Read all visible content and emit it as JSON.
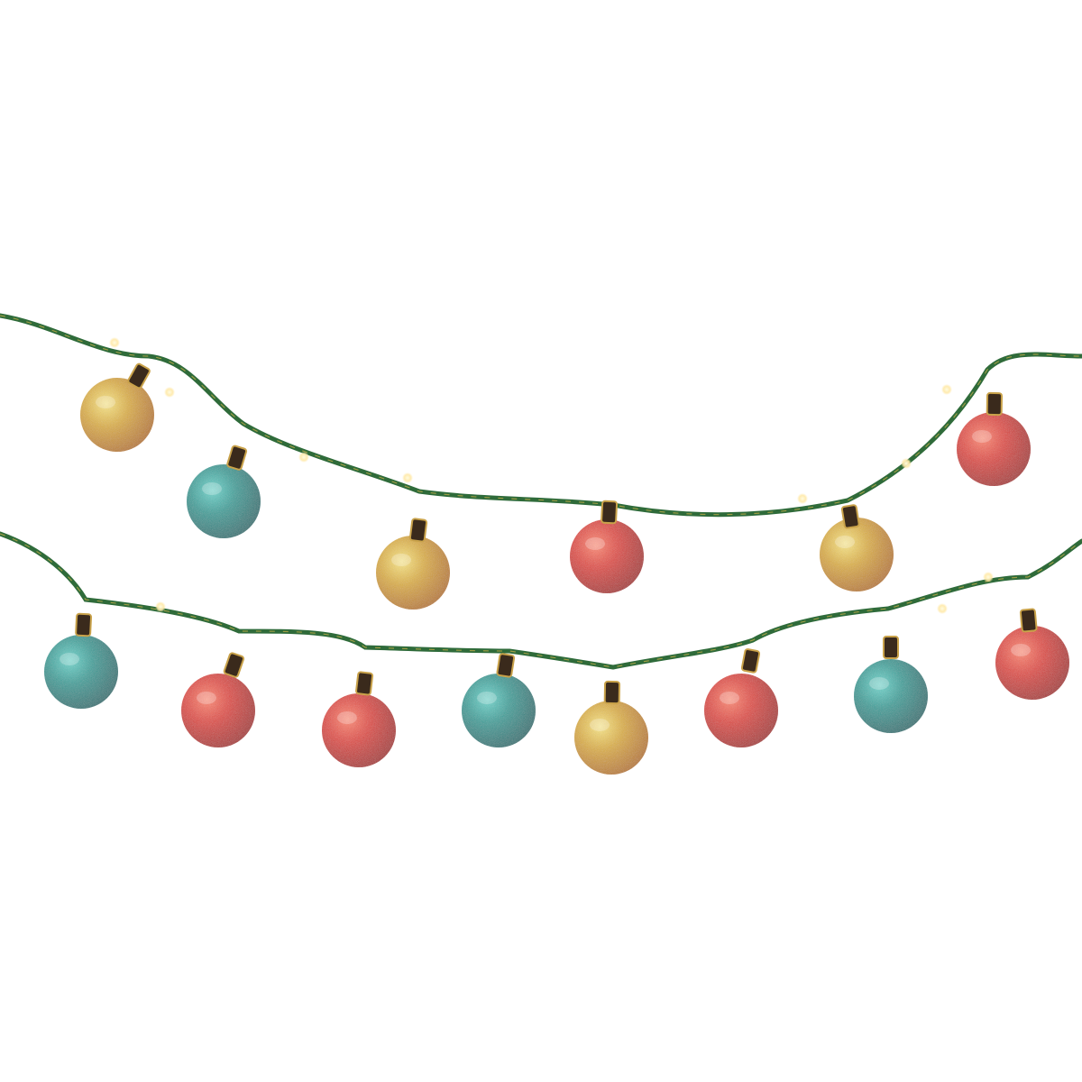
{
  "scene": {
    "background": "#ffffff",
    "subject": "string-light-garland",
    "wire_color": "#2f6b3a",
    "wire_highlight": "#c9b24a",
    "bulb_colors": {
      "gold": "#d9a92c",
      "teal": "#2a9e98",
      "red": "#d93a34"
    },
    "upper_strand": {
      "bulbs": [
        "gold",
        "teal",
        "gold",
        "red",
        "gold",
        "red"
      ]
    },
    "lower_strand": {
      "bulbs": [
        "teal",
        "red",
        "red",
        "teal",
        "gold",
        "red",
        "teal",
        "red"
      ]
    },
    "fairy_lights": "warm-white"
  }
}
